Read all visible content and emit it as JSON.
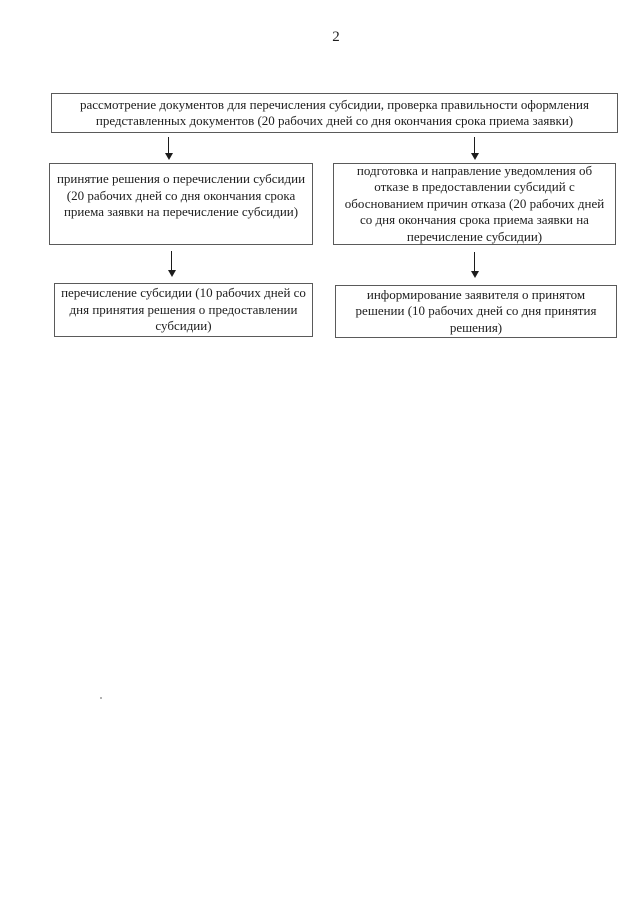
{
  "page": {
    "number": "2"
  },
  "colors": {
    "bg": "#ffffff",
    "border": "#5a5a5a",
    "text": "#1e1e1e",
    "arrow": "#1c1c1c"
  },
  "flowchart": {
    "nodes": [
      {
        "id": "review-documents",
        "lines": [
          "рассмотрение документов для перечисления субсидии, проверка правильности оформления",
          "представленных документов (20 рабочих дней со дня окончания срока приема заявки)"
        ]
      },
      {
        "id": "decision-transfer",
        "lines": [
          "принятие решения о перечислении субсидии",
          "(20 рабочих дней со дня окончания срока",
          "приема заявки на перечисление субсидии)"
        ]
      },
      {
        "id": "refusal-notice",
        "lines": [
          "подготовка и направление уведомления об",
          "отказе в предоставлении субсидий с",
          "обоснованием причин отказа (20 рабочих дней",
          "со дня окончания срока приема заявки на",
          "перечисление субсидии)"
        ]
      },
      {
        "id": "subsidy-transfer",
        "lines": [
          "перечисление субсидии (10 рабочих дней со",
          "дня принятия решения о предоставлении",
          "субсидии)"
        ]
      },
      {
        "id": "inform-applicant",
        "lines": [
          "информирование заявителя о принятом",
          "решении (10 рабочих дней со дня принятия",
          "решения)"
        ]
      }
    ]
  }
}
